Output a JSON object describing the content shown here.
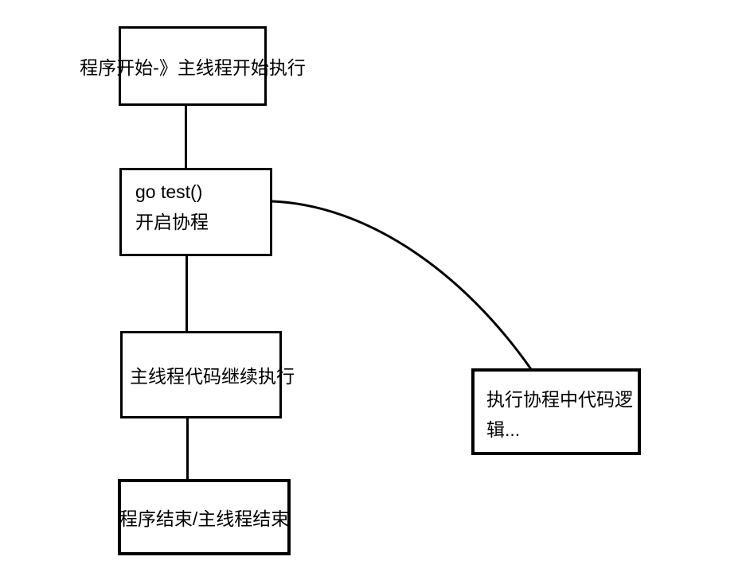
{
  "diagram": {
    "background_color": "#ffffff",
    "stroke_color": "#000000",
    "nodes": {
      "start": {
        "label": "程序开始-》主线程开始执行"
      },
      "go_test": {
        "line1": "go test()",
        "line2": "开启协程"
      },
      "main_continue": {
        "label": "主线程代码继续执行"
      },
      "end": {
        "label": "程序结束/主线程结束"
      },
      "goroutine": {
        "line1": "执行协程中代码逻",
        "line2": "辑..."
      }
    },
    "connectors": [
      {
        "name": "start-to-gotest",
        "type": "straight"
      },
      {
        "name": "gotest-to-continue",
        "type": "straight"
      },
      {
        "name": "continue-to-end",
        "type": "straight"
      },
      {
        "name": "gotest-to-goroutine",
        "type": "curve"
      }
    ]
  }
}
